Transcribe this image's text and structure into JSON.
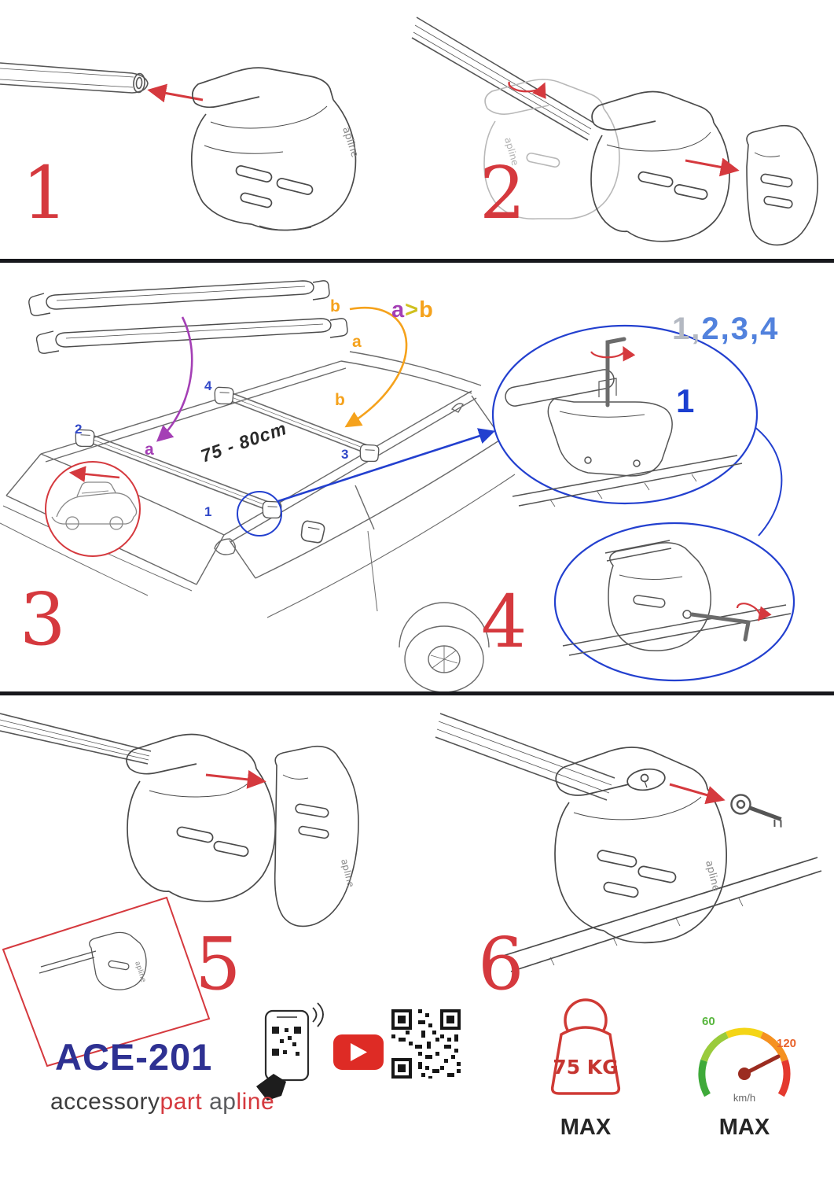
{
  "palette": {
    "red": "#d5393e",
    "blue": "#2340cf",
    "light_blue": "#5282dd",
    "gray": "#b4b9c2",
    "purple": "#a43fb5",
    "orange": "#f5a21c",
    "yellow": "#cfc01f",
    "navy": "#2e3192",
    "green": "#58b63e",
    "speed_orange": "#e8632c"
  },
  "steps": {
    "s1": "1",
    "s2": "2",
    "s3": "3",
    "s4": "4",
    "s5": "5",
    "s6": "6"
  },
  "diagram": {
    "brand_on_part": "apline",
    "stack": {
      "b": "b",
      "a": "a"
    },
    "roof": {
      "b": "b",
      "a": "a"
    },
    "formula": {
      "a": "a",
      "gt": ">",
      "b": "b"
    },
    "sequence": {
      "first": "1,",
      "rest": "2,3,4"
    },
    "measurement": "75 - 80cm",
    "positions": {
      "p1": "1",
      "p2": "2",
      "p3": "3",
      "p4": "4"
    },
    "detail_label": "1"
  },
  "footer": {
    "model": "ACE-201",
    "brand": {
      "accessory": "accessory",
      "part": "part",
      "ap": "ap",
      "line": "line"
    },
    "weight": {
      "value": "75 KG",
      "max": "MAX"
    },
    "speed": {
      "low": "60",
      "high": "120",
      "unit": "km/h",
      "max": "MAX"
    }
  }
}
